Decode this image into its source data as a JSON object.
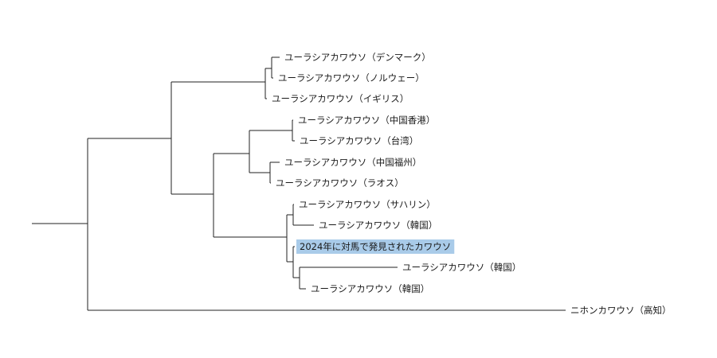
{
  "tree": {
    "leaves": [
      {
        "id": "l1",
        "label": "ユーラシアカワウソ（デンマーク）"
      },
      {
        "id": "l2",
        "label": "ユーラシアカワウソ（ノルウェー）"
      },
      {
        "id": "l3",
        "label": "ユーラシアカワウソ（イギリス）"
      },
      {
        "id": "l4",
        "label": "ユーラシアカワウソ（中国香港）"
      },
      {
        "id": "l5",
        "label": "ユーラシアカワウソ（台湾）"
      },
      {
        "id": "l6",
        "label": "ユーラシアカワウソ（中国福州）"
      },
      {
        "id": "l7",
        "label": "ユーラシアカワウソ（ラオス）"
      },
      {
        "id": "l8",
        "label": "ユーラシアカワウソ（サハリン）"
      },
      {
        "id": "l9",
        "label": "ユーラシアカワウソ（韓国）"
      },
      {
        "id": "l10",
        "label": "2024年に対馬で発見されたカワウソ",
        "highlight": true
      },
      {
        "id": "l11",
        "label": "ユーラシアカワウソ（韓国）"
      },
      {
        "id": "l12",
        "label": "ユーラシアカワウソ（韓国）"
      },
      {
        "id": "l13",
        "label": "ニホンカワウソ（高知）"
      }
    ],
    "highlight_color": "#a9cbe9",
    "line_color": "#222222"
  }
}
